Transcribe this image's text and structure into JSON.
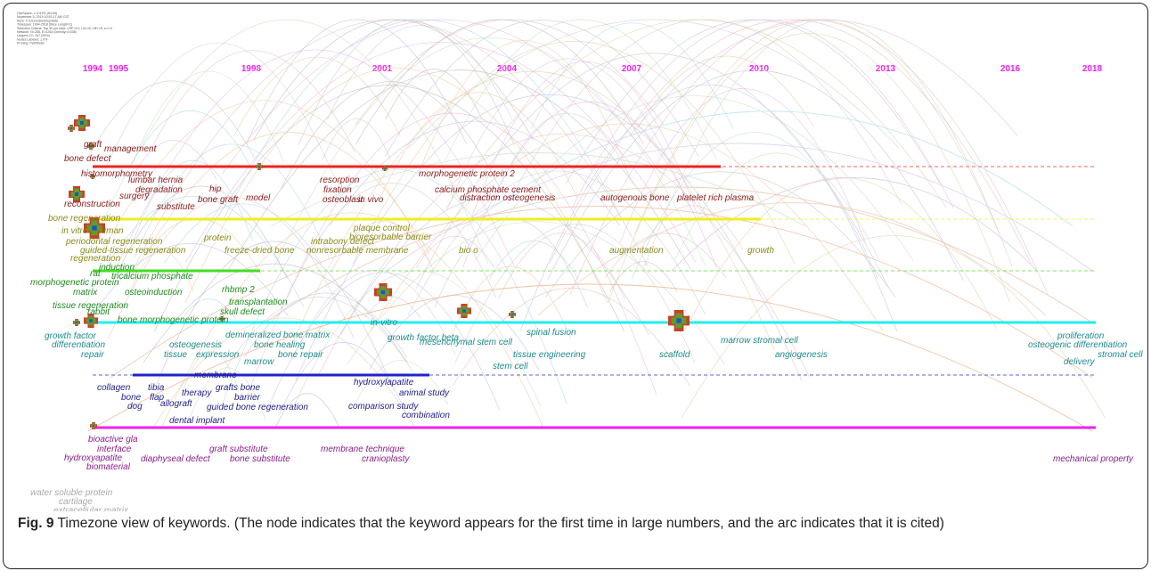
{
  "years": [
    "1994",
    "1995",
    "1998",
    "2001",
    "2004",
    "2007",
    "2010",
    "2013",
    "2016",
    "2018"
  ],
  "lane_colors": [
    "#ee2222",
    "#eeee22",
    "#44dd22",
    "#22eeee",
    "#2222cc",
    "#ee22ee"
  ],
  "caption": {
    "label": "Fig. 9",
    "text": " Timezone view of keywords. (The node indicates that the keyword appears for the first time in large numbers, and the arc indicates that it is cited)"
  },
  "settings_lines": [
    "CiteSpace, v. 5.5.R2 (64-bit)",
    "November 5, 2019 10:53:17 AM CST",
    "WoS: C:\\Users\\Desktop\\data",
    "Timespan: 1994-2018 (Slice Length=1)",
    "Selection Criteria: Top 50 per slice, LRF=3.0, LN=10, LBY=5, e=1.0",
    "Network: N=258, E=1264 (Density=0.038)",
    "Largest CC: 247 (95%)",
    "Nodes Labeled: 1.0%",
    "Pruning: Pathfinder"
  ],
  "keywords": [
    {
      "t": "graft",
      "c": "#8b1a1a"
    },
    {
      "t": "management",
      "c": "#8b1a1a"
    },
    {
      "t": "bone defect",
      "c": "#8b1a1a"
    },
    {
      "t": "histomorphometry",
      "c": "#8b1a1a"
    },
    {
      "t": "lumbar hernia",
      "c": "#8b1a1a"
    },
    {
      "t": "degradation",
      "c": "#8b1a1a"
    },
    {
      "t": "surgery",
      "c": "#8b1a1a"
    },
    {
      "t": "reconstruction",
      "c": "#8b1a1a"
    },
    {
      "t": "substitute",
      "c": "#8b1a1a"
    },
    {
      "t": "hip",
      "c": "#8b1a1a"
    },
    {
      "t": "bone graft",
      "c": "#8b1a1a"
    },
    {
      "t": "model",
      "c": "#8b1a1a"
    },
    {
      "t": "resorption",
      "c": "#8b1a1a"
    },
    {
      "t": "fixation",
      "c": "#8b1a1a"
    },
    {
      "t": "osteoblast",
      "c": "#8b1a1a"
    },
    {
      "t": "in vivo",
      "c": "#8b1a1a"
    },
    {
      "t": "morphogenetic protein 2",
      "c": "#8b1a1a"
    },
    {
      "t": "calcium phosphate cement",
      "c": "#8b1a1a"
    },
    {
      "t": "distraction osteogenesis",
      "c": "#8b1a1a"
    },
    {
      "t": "autogenous bone",
      "c": "#8b1a1a"
    },
    {
      "t": "platelet rich plasma",
      "c": "#8b1a1a"
    },
    {
      "t": "bone regeneration",
      "c": "#8b8b1a"
    },
    {
      "t": "in vitro",
      "c": "#8b8b1a"
    },
    {
      "t": "human",
      "c": "#8b8b1a"
    },
    {
      "t": "periodontal regeneration",
      "c": "#8b8b1a"
    },
    {
      "t": "guided-tissue regeneration",
      "c": "#8b8b1a"
    },
    {
      "t": "regeneration",
      "c": "#8b8b1a"
    },
    {
      "t": "protein",
      "c": "#8b8b1a"
    },
    {
      "t": "freeze-dried bone",
      "c": "#8b8b1a"
    },
    {
      "t": "plaque control",
      "c": "#8b8b1a"
    },
    {
      "t": "bioresorbable barrier",
      "c": "#8b8b1a"
    },
    {
      "t": "intrabony defect",
      "c": "#8b8b1a"
    },
    {
      "t": "nonresorbable membrane",
      "c": "#8b8b1a"
    },
    {
      "t": "bio o",
      "c": "#8b8b1a"
    },
    {
      "t": "augmentation",
      "c": "#8b8b1a"
    },
    {
      "t": "growth",
      "c": "#8b8b1a"
    },
    {
      "t": "induction",
      "c": "#1e8b1e"
    },
    {
      "t": "rat",
      "c": "#1e8b1e"
    },
    {
      "t": "tricalcium phosphate",
      "c": "#1e8b1e"
    },
    {
      "t": "morphogenetic protein",
      "c": "#1e8b1e"
    },
    {
      "t": "matrix",
      "c": "#1e8b1e"
    },
    {
      "t": "osteoinduction",
      "c": "#1e8b1e"
    },
    {
      "t": "rhbmp 2",
      "c": "#1e8b1e"
    },
    {
      "t": "transplantation",
      "c": "#1e8b1e"
    },
    {
      "t": "tissue regeneration",
      "c": "#1e8b1e"
    },
    {
      "t": "skull defect",
      "c": "#1e8b1e"
    },
    {
      "t": "rabbit",
      "c": "#1e8b1e"
    },
    {
      "t": "bone morphogenetic protein",
      "c": "#1e8b1e"
    },
    {
      "t": "in-vitro",
      "c": "#1e8b8b"
    },
    {
      "t": "growth factor",
      "c": "#1e8b8b"
    },
    {
      "t": "differentiation",
      "c": "#1e8b8b"
    },
    {
      "t": "repair",
      "c": "#1e8b8b"
    },
    {
      "t": "osteogenesis",
      "c": "#1e8b8b"
    },
    {
      "t": "tissue",
      "c": "#1e8b8b"
    },
    {
      "t": "expression",
      "c": "#1e8b8b"
    },
    {
      "t": "demineralized bone matrix",
      "c": "#1e8b8b"
    },
    {
      "t": "bone healing",
      "c": "#1e8b8b"
    },
    {
      "t": "bone repair",
      "c": "#1e8b8b"
    },
    {
      "t": "marrow",
      "c": "#1e8b8b"
    },
    {
      "t": "growth factor beta",
      "c": "#1e8b8b"
    },
    {
      "t": "mesenchymal stem cell",
      "c": "#1e8b8b"
    },
    {
      "t": "stem cell",
      "c": "#1e8b8b"
    },
    {
      "t": "spinal fusion",
      "c": "#1e8b8b"
    },
    {
      "t": "tissue engineering",
      "c": "#1e8b8b"
    },
    {
      "t": "scaffold",
      "c": "#1e8b8b"
    },
    {
      "t": "marrow stromal cell",
      "c": "#1e8b8b"
    },
    {
      "t": "angiogenesis",
      "c": "#1e8b8b"
    },
    {
      "t": "proliferation",
      "c": "#1e8b8b"
    },
    {
      "t": "osteogenic differentiation",
      "c": "#1e8b8b"
    },
    {
      "t": "delivery",
      "c": "#1e8b8b"
    },
    {
      "t": "stromal cell",
      "c": "#1e8b8b"
    },
    {
      "t": "membrane",
      "c": "#1e1e8b"
    },
    {
      "t": "collagen",
      "c": "#1e1e8b"
    },
    {
      "t": "bone",
      "c": "#1e1e8b"
    },
    {
      "t": "tibia",
      "c": "#1e1e8b"
    },
    {
      "t": "flap",
      "c": "#1e1e8b"
    },
    {
      "t": "dog",
      "c": "#1e1e8b"
    },
    {
      "t": "therapy",
      "c": "#1e1e8b"
    },
    {
      "t": "allograft",
      "c": "#1e1e8b"
    },
    {
      "t": "grafts bone",
      "c": "#1e1e8b"
    },
    {
      "t": "barrier",
      "c": "#1e1e8b"
    },
    {
      "t": "guided bone regeneration",
      "c": "#1e1e8b"
    },
    {
      "t": "dental implant",
      "c": "#1e1e8b"
    },
    {
      "t": "hydroxylapatite",
      "c": "#1e1e8b"
    },
    {
      "t": "animal study",
      "c": "#1e1e8b"
    },
    {
      "t": "comparison study",
      "c": "#1e1e8b"
    },
    {
      "t": "combination",
      "c": "#1e1e8b"
    },
    {
      "t": "bioactive gla",
      "c": "#8b1e8b"
    },
    {
      "t": "interface",
      "c": "#8b1e8b"
    },
    {
      "t": "hydroxyapatite",
      "c": "#8b1e8b"
    },
    {
      "t": "biomaterial",
      "c": "#8b1e8b"
    },
    {
      "t": "diaphyseal defect",
      "c": "#8b1e8b"
    },
    {
      "t": "graft substitute",
      "c": "#8b1e8b"
    },
    {
      "t": "bone substitute",
      "c": "#8b1e8b"
    },
    {
      "t": "membrane technique",
      "c": "#8b1e8b"
    },
    {
      "t": "cranioplasty",
      "c": "#8b1e8b"
    },
    {
      "t": "mechanical property",
      "c": "#8b1e8b"
    },
    {
      "t": "water soluble protein",
      "c": "#aaaaaa"
    },
    {
      "t": "cartilage",
      "c": "#aaaaaa"
    },
    {
      "t": "extracellular matrix",
      "c": "#aaaaaa"
    }
  ]
}
